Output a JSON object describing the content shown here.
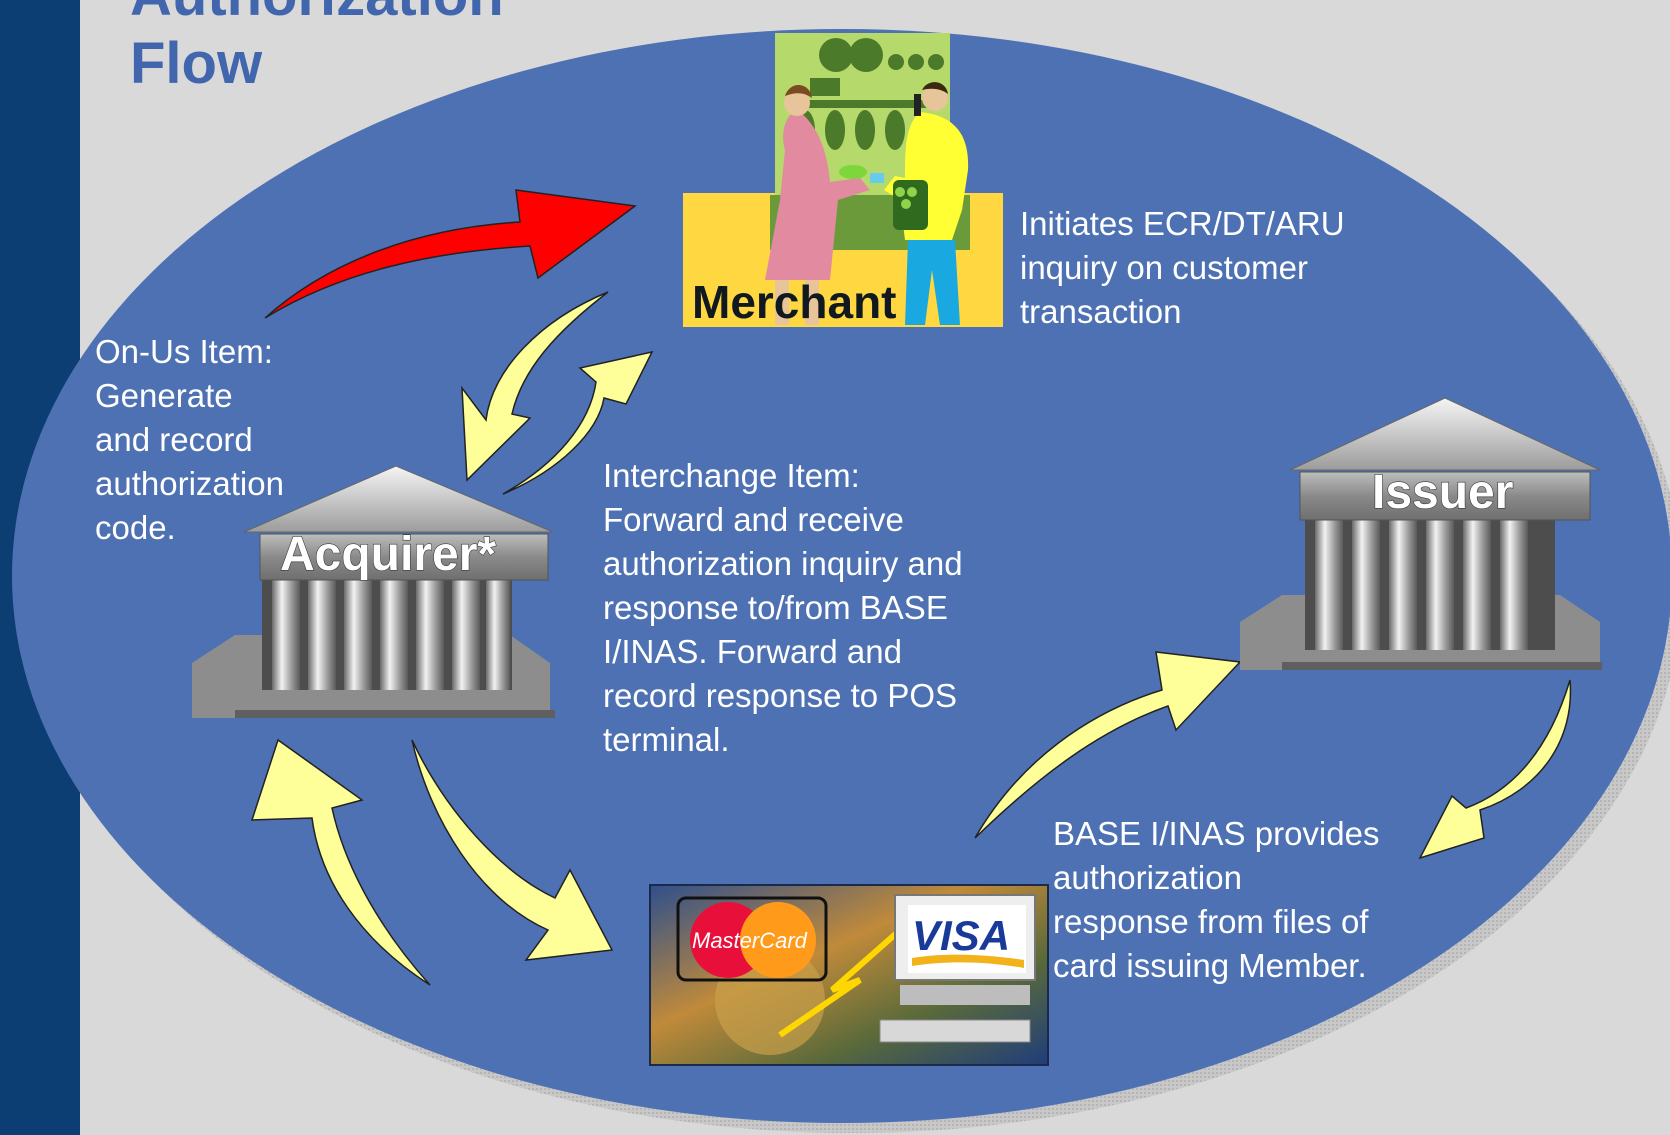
{
  "title": {
    "line1": "Authorization",
    "line2": "Flow"
  },
  "nodes": {
    "merchant": {
      "label": "Merchant"
    },
    "acquirer": {
      "label": "Acquirer*"
    },
    "issuer": {
      "label": "Issuer"
    },
    "networks": {
      "mastercard_label": "MasterCard",
      "visa_label": "VISA"
    }
  },
  "annotations": {
    "merchant_note": [
      "Initiates ECR/DT/ARU",
      "inquiry on customer",
      "transaction"
    ],
    "on_us_note": [
      "On-Us Item:",
      "Generate",
      "and record",
      "authorization",
      "code."
    ],
    "interchange_note": [
      "Interchange Item:",
      "Forward and receive",
      "authorization inquiry and",
      "response to/from BASE",
      "I/INAS. Forward and",
      "record response to POS",
      "terminal."
    ],
    "base_note": [
      "BASE I/INAS provides",
      "authorization",
      "response from files of",
      "card issuing Member."
    ]
  },
  "colors": {
    "background_ellipse": "#4d71b3",
    "left_bar": "#0c3d73",
    "title": "#4266ad",
    "flow_arrow": "#ffff99",
    "on_us_arrow": "#ff0000",
    "merchant_panel": "#ffd740"
  }
}
